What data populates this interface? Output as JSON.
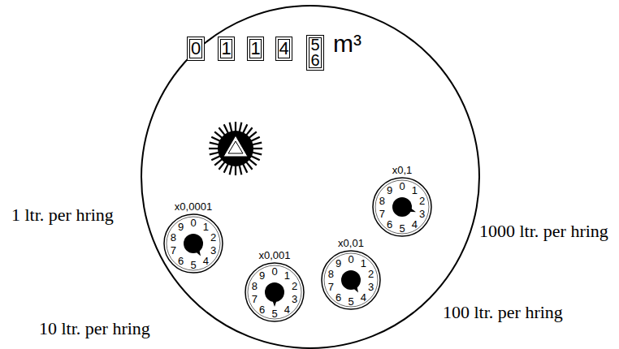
{
  "diagram": {
    "nodes": [
      {
        "text": [
          "0"
        ]
      },
      {
        "text": [
          "1"
        ]
      },
      {
        "text": [
          "1"
        ]
      },
      {
        "text": [
          "4"
        ]
      },
      {
        "text": [
          "5",
          "6"
        ]
      },
      {
        "text": [
          "x0,0001",
          "0",
          "1",
          "2",
          "3",
          "4",
          "5",
          "6",
          "7",
          "8",
          "9"
        ]
      },
      {
        "text": [
          "x0,001",
          "0",
          "1",
          "2",
          "3",
          "4",
          "5",
          "6",
          "7",
          "8",
          "9"
        ]
      },
      {
        "text": [
          "x0,01",
          "0",
          "1",
          "2",
          "3",
          "4",
          "5",
          "6",
          "7",
          "8",
          "9"
        ]
      },
      {
        "text": [
          "x0,1",
          "0",
          "1",
          "2",
          "3",
          "4",
          "5",
          "6",
          "7",
          "8",
          "9"
        ]
      }
    ],
    "labels": [
      "m³",
      "1 ltr. per hring",
      "1000 ltr. per hring",
      "100 ltr. per hring",
      "10 ltr. per hring"
    ]
  }
}
